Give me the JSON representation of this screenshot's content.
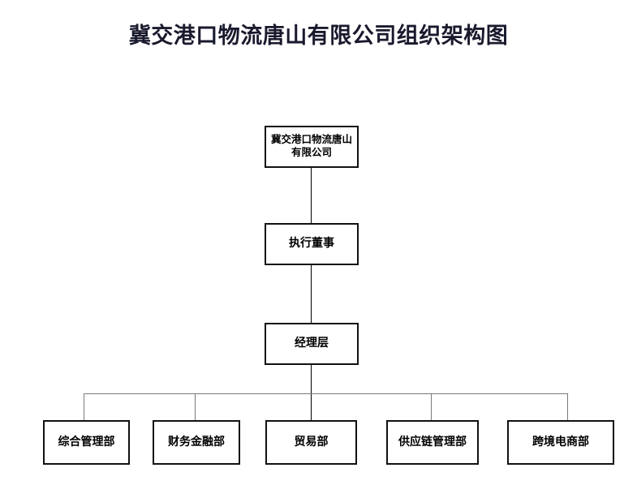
{
  "title": "冀交港口物流唐山有限公司组织架构图",
  "chart_data": {
    "type": "diagram",
    "diagram_kind": "organization-chart",
    "orientation": "top-down",
    "title": "冀交港口物流唐山有限公司组织架构图",
    "nodes": [
      {
        "id": "company",
        "label": "冀交港口物流唐山有限公司",
        "level": 1
      },
      {
        "id": "director",
        "label": "执行董事",
        "level": 2
      },
      {
        "id": "management",
        "label": "经理层",
        "level": 3
      },
      {
        "id": "dept1",
        "label": "综合管理部",
        "level": 4
      },
      {
        "id": "dept2",
        "label": "财务金融部",
        "level": 4
      },
      {
        "id": "dept3",
        "label": "贸易部",
        "level": 4
      },
      {
        "id": "dept4",
        "label": "供应链管理部",
        "level": 4
      },
      {
        "id": "dept5",
        "label": "跨境电商部",
        "level": 4
      }
    ],
    "edges": [
      {
        "from": "company",
        "to": "director"
      },
      {
        "from": "director",
        "to": "management"
      },
      {
        "from": "management",
        "to": "dept1"
      },
      {
        "from": "management",
        "to": "dept2"
      },
      {
        "from": "management",
        "to": "dept3"
      },
      {
        "from": "management",
        "to": "dept4"
      },
      {
        "from": "management",
        "to": "dept5"
      }
    ],
    "colors": {
      "background": "#ffffff",
      "box_border": "#111111",
      "box_fill": "#ffffff",
      "text": "#000000",
      "title_text": "#1a1a2e",
      "connector_main": "#000000",
      "connector_branch": "#7a7a7a"
    }
  },
  "nodes": {
    "company": "冀交港口物流唐山有限公司",
    "director": "执行董事",
    "management": "经理层",
    "dept1": "综合管理部",
    "dept2": "财务金融部",
    "dept3": "贸易部",
    "dept4": "供应链管理部",
    "dept5": "跨境电商部"
  }
}
